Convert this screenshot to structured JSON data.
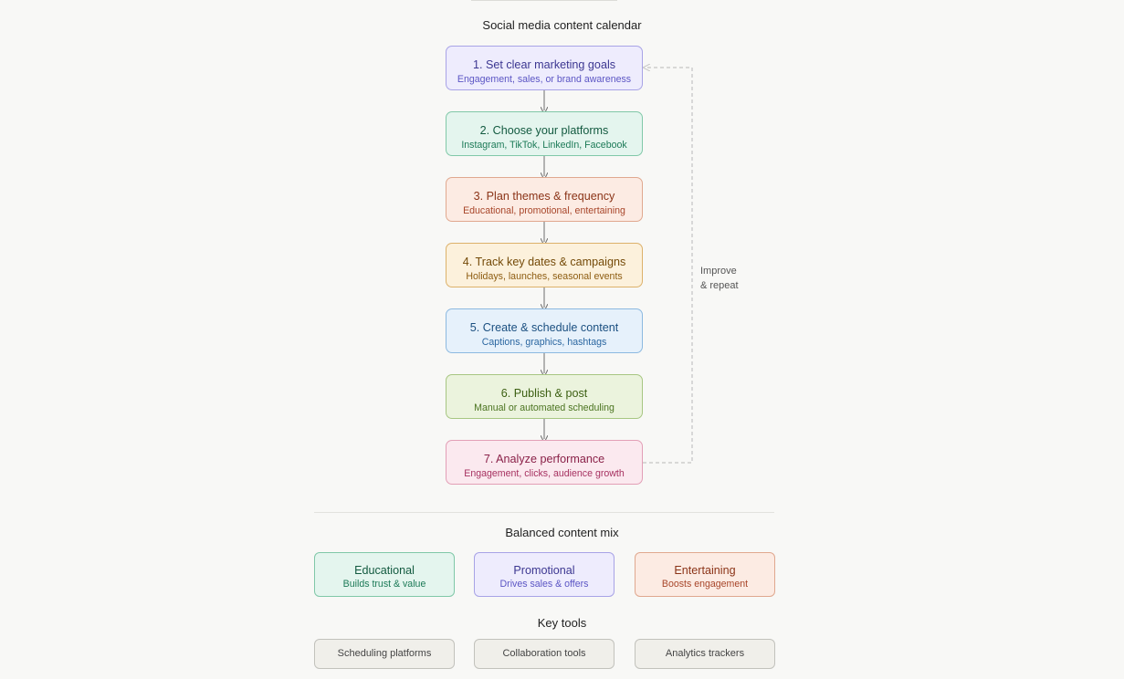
{
  "diagram": {
    "title": "Social media content calendar",
    "steps": [
      {
        "title": "1. Set clear marketing goals",
        "subtitle": "Engagement, sales, or brand awareness"
      },
      {
        "title": "2. Choose your platforms",
        "subtitle": "Instagram, TikTok, LinkedIn, Facebook"
      },
      {
        "title": "3. Plan themes & frequency",
        "subtitle": "Educational, promotional, entertaining"
      },
      {
        "title": "4. Track key dates & campaigns",
        "subtitle": "Holidays, launches, seasonal events"
      },
      {
        "title": "5. Create & schedule content",
        "subtitle": "Captions, graphics, hashtags"
      },
      {
        "title": "6. Publish & post",
        "subtitle": "Manual or automated scheduling"
      },
      {
        "title": "7. Analyze performance",
        "subtitle": "Engagement, clicks, audience growth"
      }
    ],
    "loop_label": [
      "Improve",
      "& repeat"
    ]
  },
  "mix": {
    "title": "Balanced content mix",
    "items": [
      {
        "title": "Educational",
        "subtitle": "Builds trust & value"
      },
      {
        "title": "Promotional",
        "subtitle": "Drives sales & offers"
      },
      {
        "title": "Entertaining",
        "subtitle": "Boosts engagement"
      }
    ]
  },
  "tools": {
    "title": "Key tools",
    "items": [
      "Scheduling platforms",
      "Collaboration tools",
      "Analytics trackers"
    ]
  },
  "colors": {
    "arrow": "#6e6e6e",
    "loop": "#c4c4c4"
  }
}
